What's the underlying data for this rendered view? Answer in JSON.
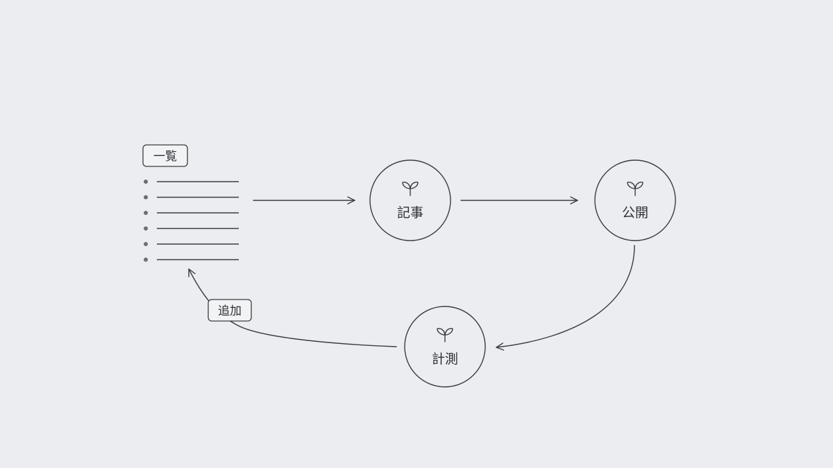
{
  "list": {
    "tag_label": "一覧",
    "item_count": 6
  },
  "nodes": [
    {
      "id": "article",
      "label": "記事",
      "icon": "sprout-icon"
    },
    {
      "id": "publish",
      "label": "公開",
      "icon": "sprout-icon"
    },
    {
      "id": "measure",
      "label": "計測",
      "icon": "sprout-icon"
    }
  ],
  "edges": [
    {
      "from": "list",
      "to": "article"
    },
    {
      "from": "article",
      "to": "publish"
    },
    {
      "from": "publish",
      "to": "measure"
    },
    {
      "from": "measure",
      "to": "list",
      "label": "追加"
    }
  ],
  "colors": {
    "background": "#ecedf0",
    "stroke": "#3a3c42",
    "text": "#2d2f35"
  }
}
